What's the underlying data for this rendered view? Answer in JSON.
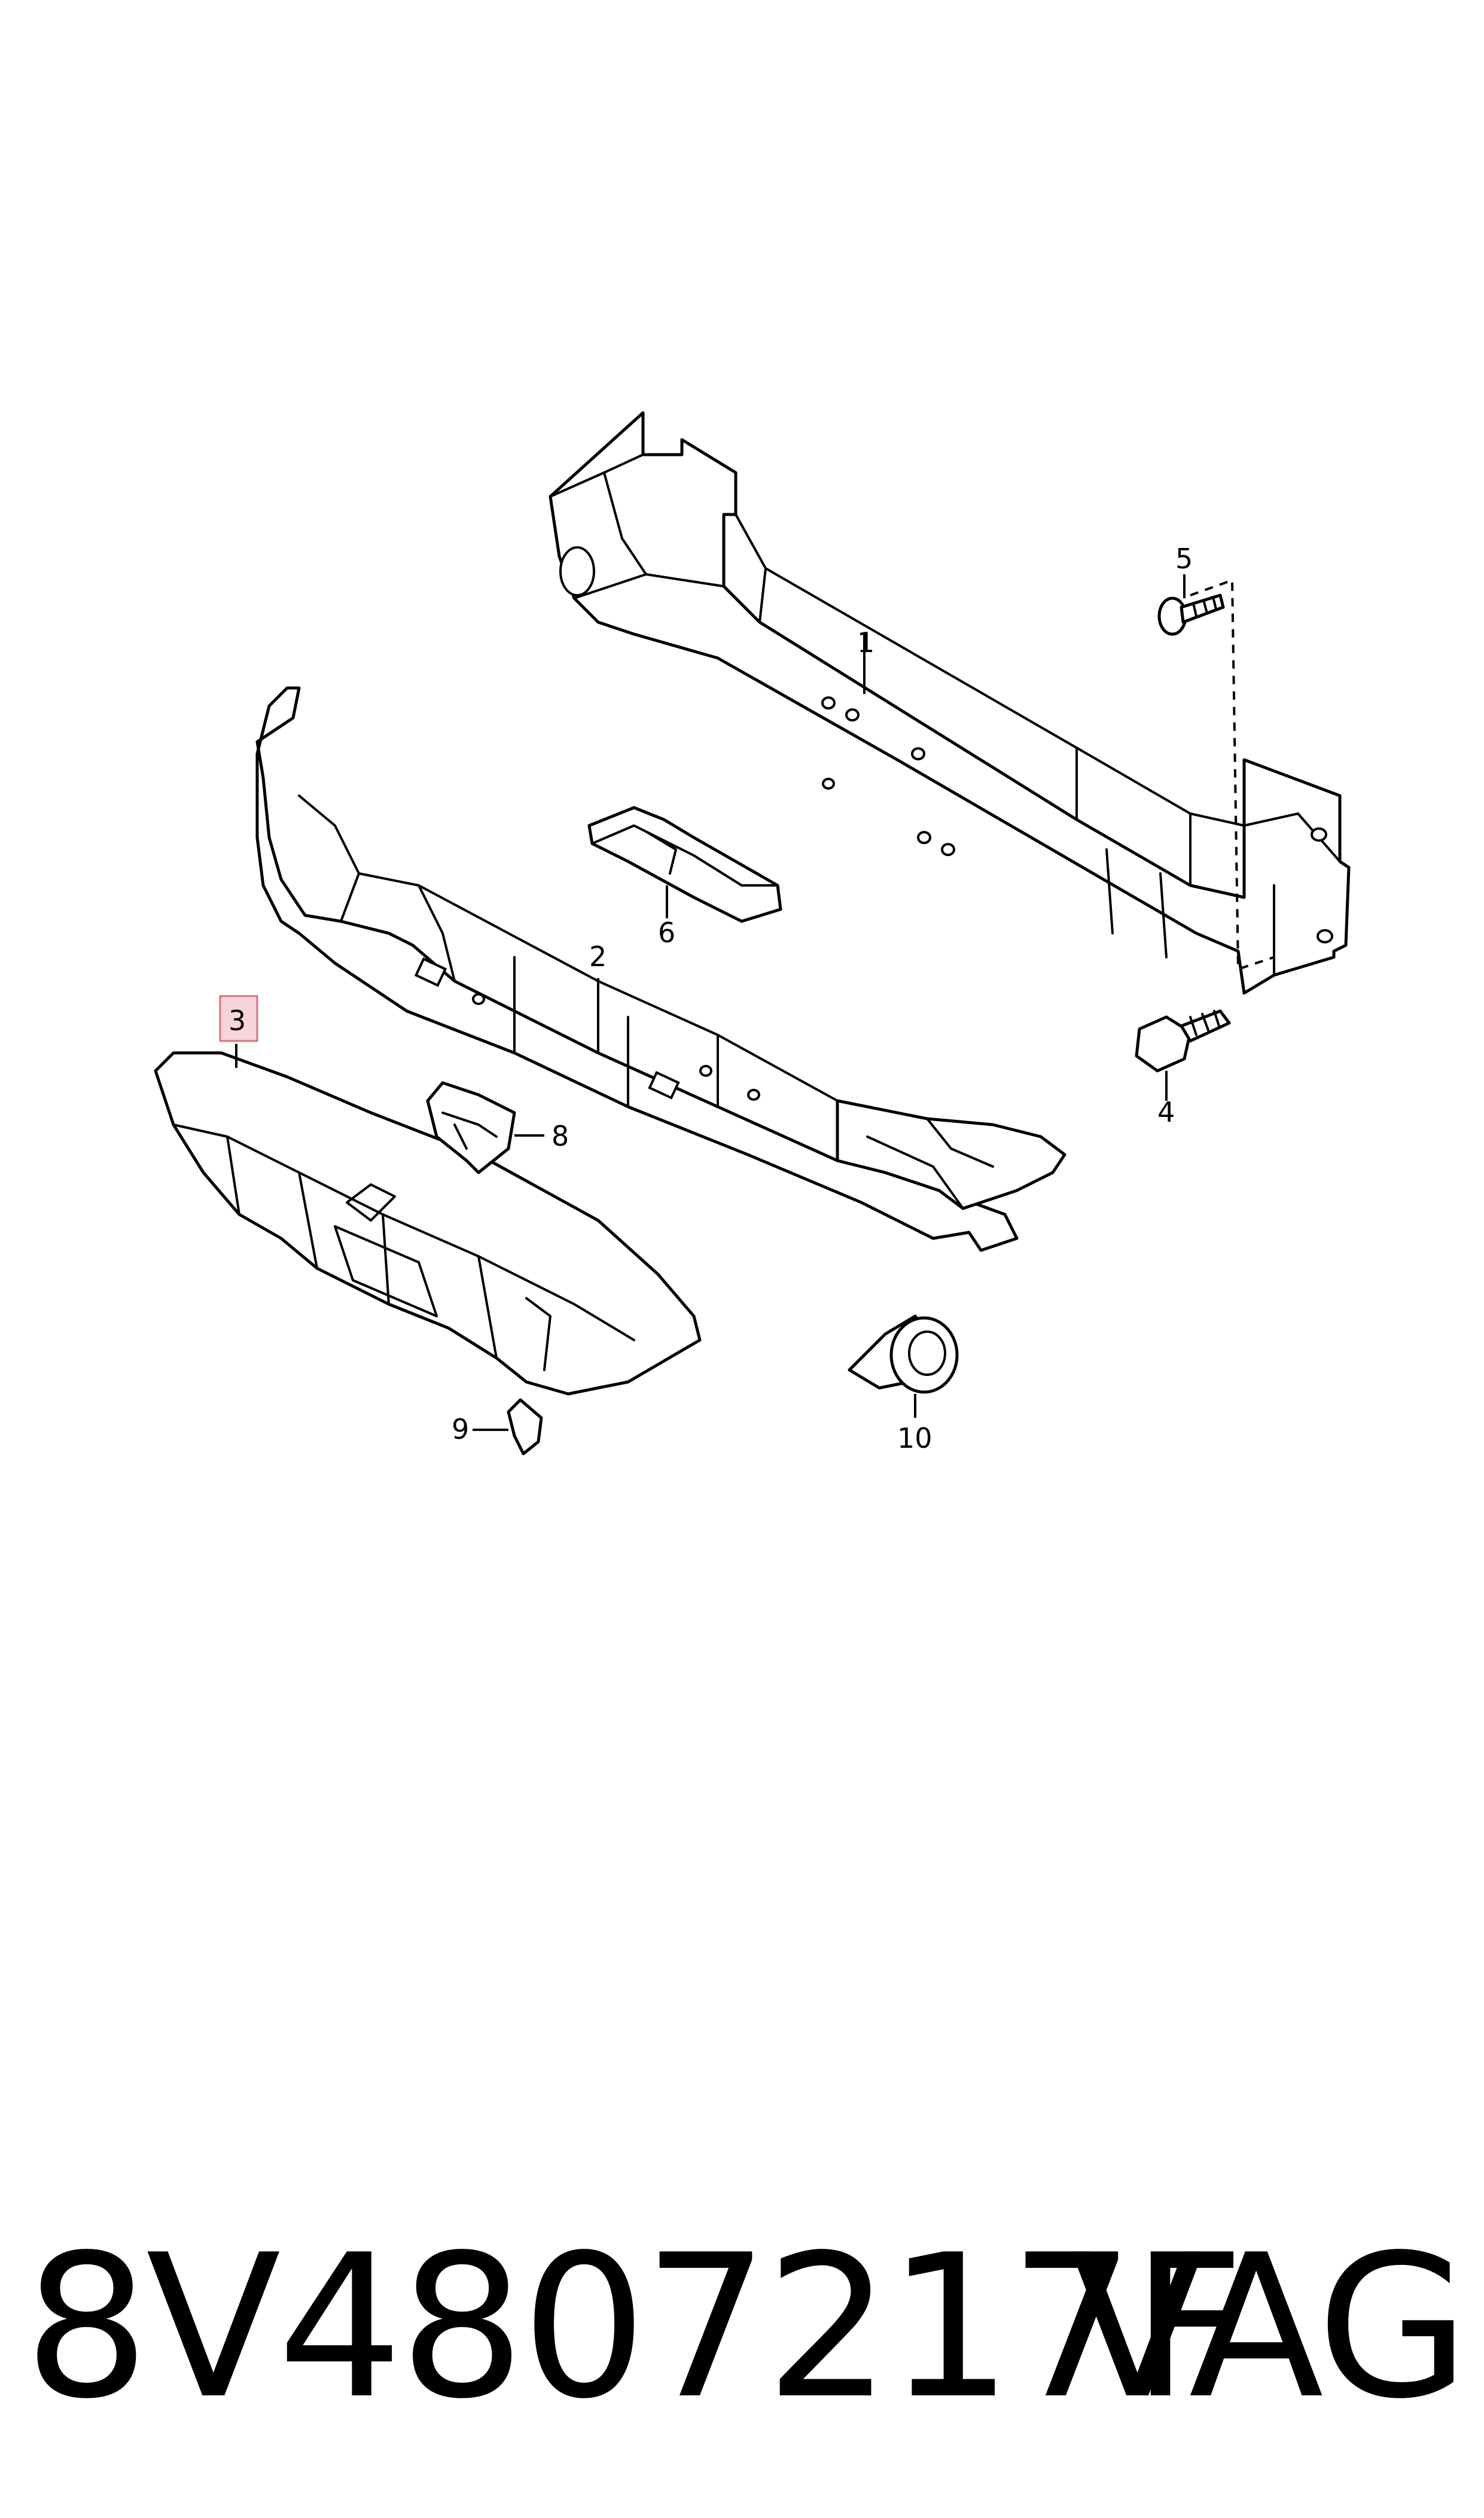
{
  "callouts": {
    "c1": "1",
    "c2": "2",
    "c3": "3",
    "c4": "4",
    "c5": "5",
    "c6": "6",
    "c8": "8",
    "c9": "9",
    "c10": "10"
  },
  "highlighted_callout": "3",
  "footer": {
    "part_number": "8V4807217F",
    "brand": "VAG"
  },
  "colors": {
    "line": "#000000",
    "background": "#ffffff",
    "highlight_fill": "#f6d5da",
    "highlight_stroke": "#d9707f"
  }
}
